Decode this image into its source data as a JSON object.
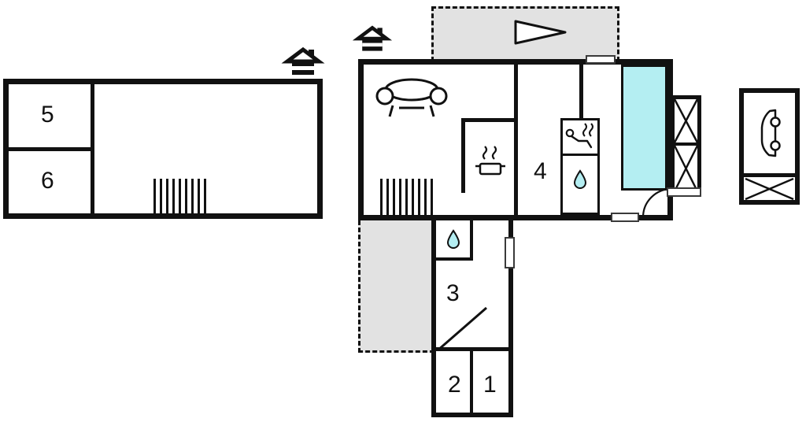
{
  "colors": {
    "bg": "#ffffff",
    "wall": "#111111",
    "terrace": "#e2e2e2",
    "water": "#b4eef2"
  },
  "rooms": {
    "room1": {
      "label": "1"
    },
    "room2": {
      "label": "2"
    },
    "room3": {
      "label": "3"
    },
    "room4": {
      "label": "4"
    },
    "room5": {
      "label": "5"
    },
    "room6": {
      "label": "6"
    }
  },
  "icons": {
    "house": "pitched-roof-house-symbol",
    "arrow": "right-pointing-triangle",
    "sofa": "sofa-top-view",
    "stove": "cooking-pot-with-steam",
    "sauna": "person-in-sauna-with-steam",
    "water_drop": "water-drop",
    "car": "car-side-view",
    "cross": "diagonal-cross",
    "stairs": "parallel-steps"
  }
}
